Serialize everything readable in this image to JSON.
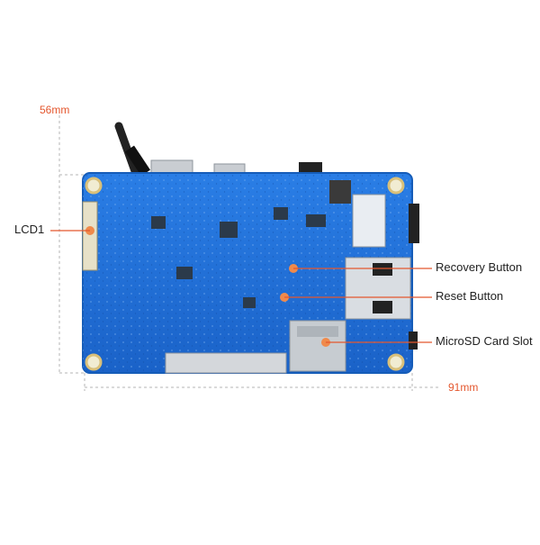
{
  "dimensions": {
    "height_label": "56mm",
    "width_label": "91mm"
  },
  "callouts": {
    "lcd": "LCD1",
    "recovery": "Recovery Button",
    "reset": "Reset Button",
    "microsd": "MicroSD Card Slot"
  },
  "colors": {
    "board": "#1f6fd6",
    "board_edge": "#155cb8",
    "accent": "#e4572e",
    "dim_line": "#b5b5b5",
    "leader": "#e4572e",
    "pad_gold": "#d9c07a",
    "chip": "#2b3a4a"
  }
}
